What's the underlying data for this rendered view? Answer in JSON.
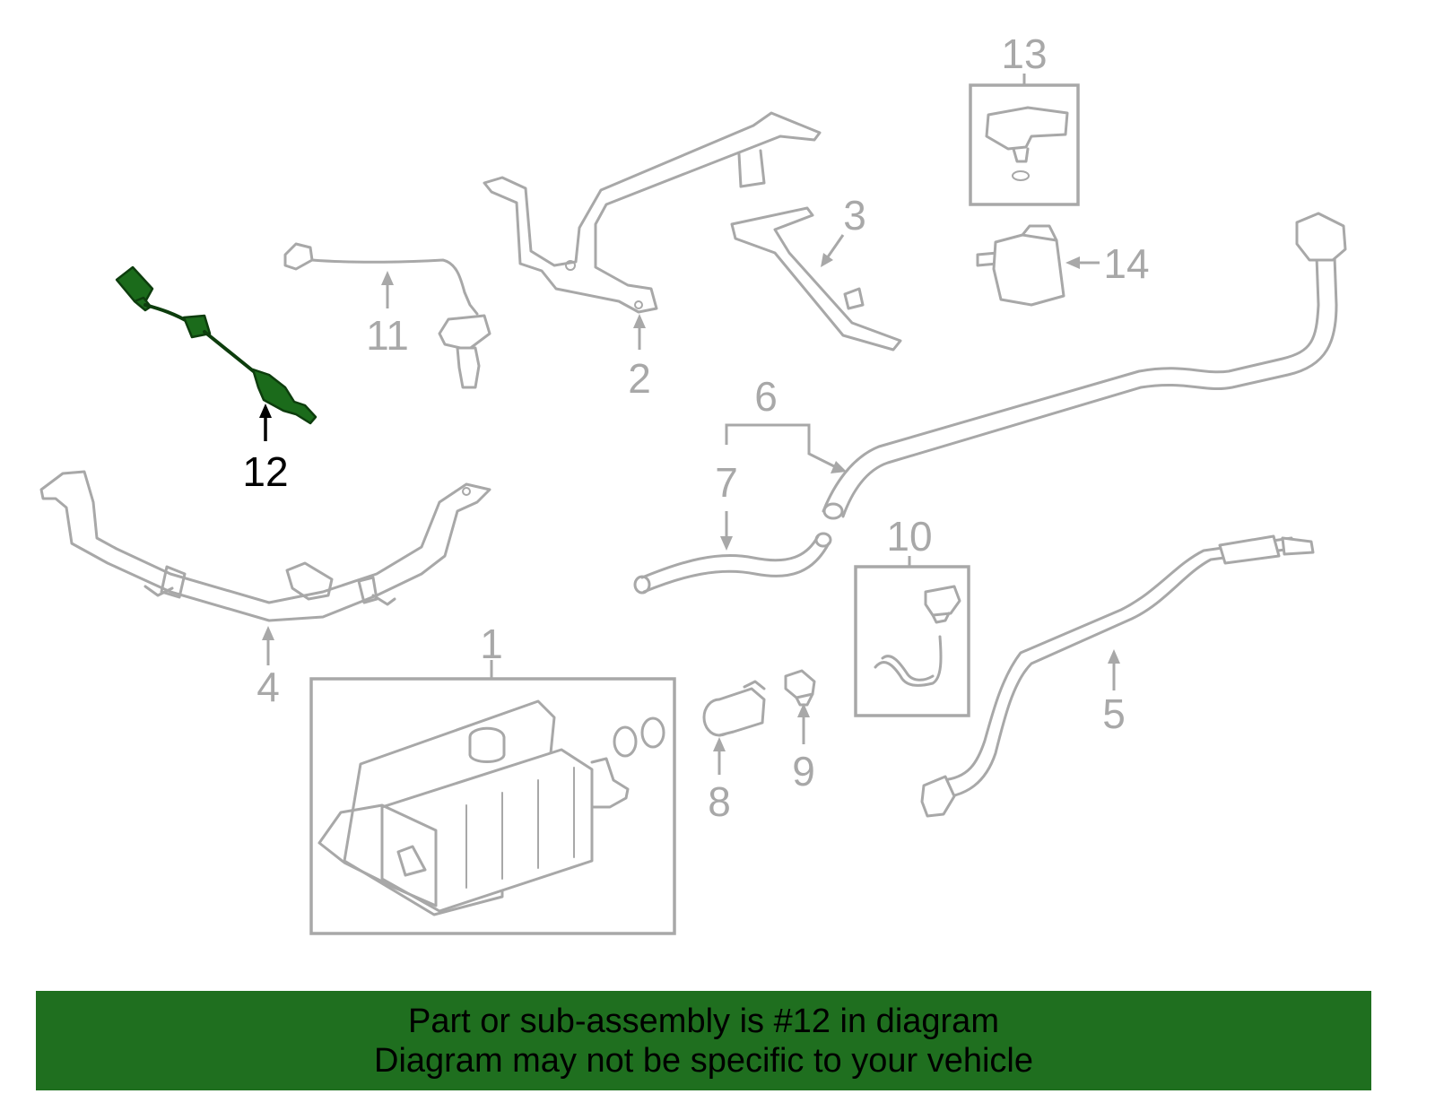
{
  "diagram": {
    "callouts": [
      {
        "id": "1",
        "label": "1"
      },
      {
        "id": "2",
        "label": "2"
      },
      {
        "id": "3",
        "label": "3"
      },
      {
        "id": "4",
        "label": "4"
      },
      {
        "id": "5",
        "label": "5"
      },
      {
        "id": "6",
        "label": "6"
      },
      {
        "id": "7",
        "label": "7"
      },
      {
        "id": "8",
        "label": "8"
      },
      {
        "id": "9",
        "label": "9"
      },
      {
        "id": "10",
        "label": "10"
      },
      {
        "id": "11",
        "label": "11"
      },
      {
        "id": "12",
        "label": "12",
        "highlighted": true
      },
      {
        "id": "13",
        "label": "13"
      },
      {
        "id": "14",
        "label": "14"
      }
    ],
    "highlight_color": "#1f6f1f",
    "part_color": "#a8a8a8"
  },
  "banner": {
    "line1": "Part or sub-assembly is #12 in diagram",
    "line2": "Diagram may not be specific to your vehicle",
    "background": "#1f6f1f"
  }
}
